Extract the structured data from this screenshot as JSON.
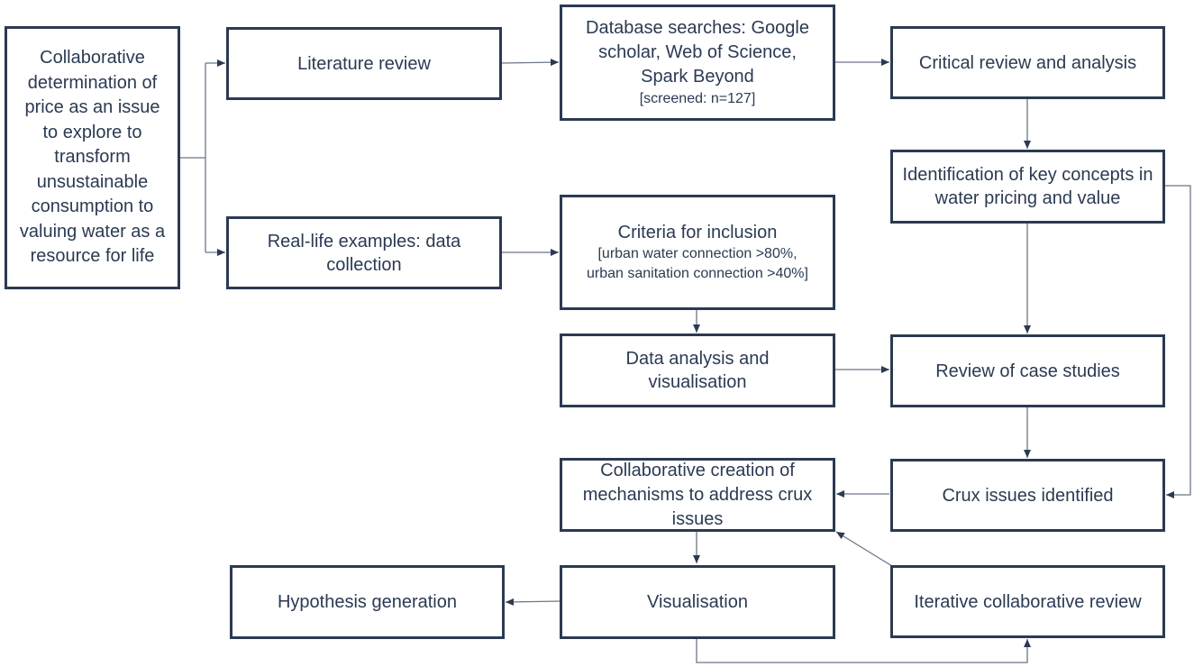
{
  "boxes": {
    "start": "Collaborative determination  of price as an issue to explore to transform unsustainable consumption to valuing water as a resource for life",
    "literature_review": "Literature review",
    "database_searches": "Database searches: Google scholar, Web of Science, Spark Beyond",
    "database_screened": "[screened: n=127]",
    "critical_review": "Critical review and analysis",
    "key_concepts": "Identification of key concepts in water pricing and value",
    "real_life_examples": "Real-life examples: data collection",
    "criteria_title": "Criteria for inclusion",
    "criteria_detail": "[urban water connection >80%, urban sanitation connection >40%]",
    "data_analysis": "Data analysis and visualisation",
    "case_studies": "Review of case studies",
    "collaborative_creation": "Collaborative creation of mechanisms to address crux issues",
    "crux_issues": "Crux issues identified",
    "hypothesis": "Hypothesis generation",
    "visualisation": "Visualisation",
    "iterative_review": "Iterative collaborative review"
  },
  "colors": {
    "stroke": "#2b3a52",
    "connector": "#6b7587",
    "text": "#2b3a52"
  }
}
